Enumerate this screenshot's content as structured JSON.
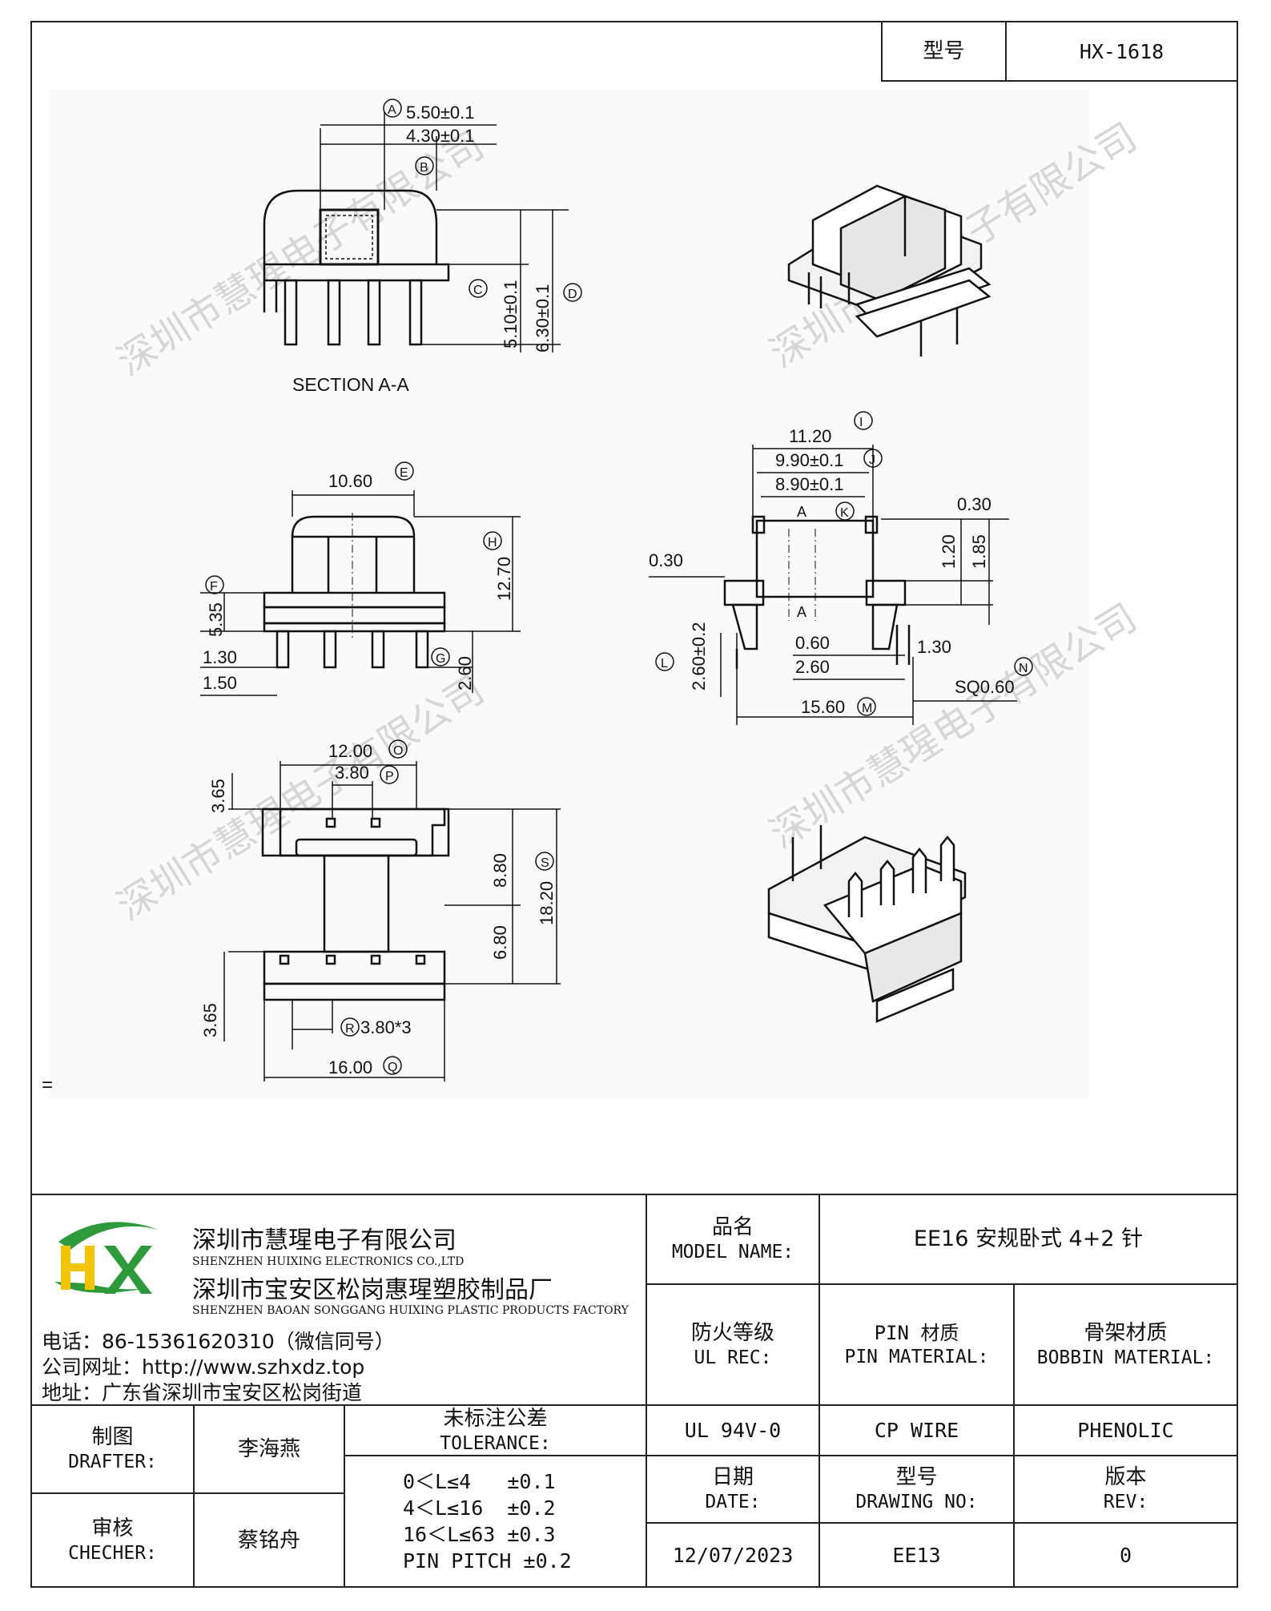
{
  "header": {
    "model_label": "型号",
    "model_value": "HX-1618"
  },
  "drawing": {
    "section_label": "SECTION A-A",
    "stray_mark": "=",
    "watermark": "深圳市慧瑆电子有限公司",
    "top_view_dims": {
      "A": "5.50±0.1",
      "B": "4.30±0.1",
      "C": "5.10±0.1",
      "D": "6.30±0.1"
    },
    "front_view_dims": {
      "E": "10.60",
      "H": "12.70",
      "F": "5.35",
      "G": "2.60",
      "d1": "1.30",
      "d2": "1.50"
    },
    "side_view_dims": {
      "I": "11.20",
      "J": "9.90±0.1",
      "K": "8.90±0.1",
      "s1": "0.30",
      "s2": "0.30",
      "s3": "1.20",
      "s4": "1.85",
      "L": "2.60±0.2",
      "s5": "0.60",
      "s6": "2.60",
      "s7": "1.30",
      "M": "15.60",
      "N": "SQ0.60",
      "sec_a": "A"
    },
    "bottom_view_dims": {
      "O": "12.00",
      "P": "3.80",
      "S": "18.20",
      "b1": "8.80",
      "b2": "6.80",
      "b3": "3.65",
      "b4": "3.65",
      "R": "3.80*3",
      "Q": "16.00"
    }
  },
  "company": {
    "name_cn": "深圳市慧瑆电子有限公司",
    "name_en": "SHENZHEN HUIXING ELECTRONICS CO.,LTD",
    "factory_cn": "深圳市宝安区松岗惠瑆塑胶制品厂",
    "factory_en": "SHENZHEN BAOAN SONGGANG HUIXING PLASTIC PRODUCTS FACTORY",
    "phone": "电话：86-15361620310（微信同号）",
    "website": "公司网址：http://www.szhxdz.top",
    "address": "地址：广东省深圳市宝安区松岗街道",
    "logo_text": "HX",
    "logo_colors": {
      "green": "#2e9b3a",
      "yellow": "#f2c500"
    }
  },
  "title_block": {
    "model_name_cn": "品名",
    "model_name_en": "MODEL NAME:",
    "model_name_value": "EE16 安规卧式 4+2 针",
    "ul_cn": "防火等级",
    "ul_en": "UL REC:",
    "pin_cn": "PIN 材质",
    "pin_en": "PIN MATERIAL:",
    "bobbin_cn": "骨架材质",
    "bobbin_en": "BOBBIN MATERIAL:",
    "ul_value": "UL 94V-0",
    "pin_value": "CP WIRE",
    "bobbin_value": "PHENOLIC",
    "date_cn": "日期",
    "date_en": "DATE:",
    "drawing_no_cn": "型号",
    "drawing_no_en": "DRAWING NO:",
    "rev_cn": "版本",
    "rev_en": "REV:",
    "date_value": "12/07/2023",
    "drawing_no_value": "EE13",
    "rev_value": "0",
    "drafter_cn": "制图",
    "drafter_en": "DRAFTER:",
    "drafter_name": "李海燕",
    "checker_cn": "审核",
    "checker_en": "CHECHER:",
    "checker_name": "蔡铭舟",
    "tolerance_cn": "未标注公差",
    "tolerance_en": "TOLERANCE:",
    "tolerance_rows": [
      "0＜L≤4   ±0.1",
      "4＜L≤16  ±0.2",
      "16＜L≤63 ±0.3",
      "PIN PITCH ±0.2"
    ]
  }
}
